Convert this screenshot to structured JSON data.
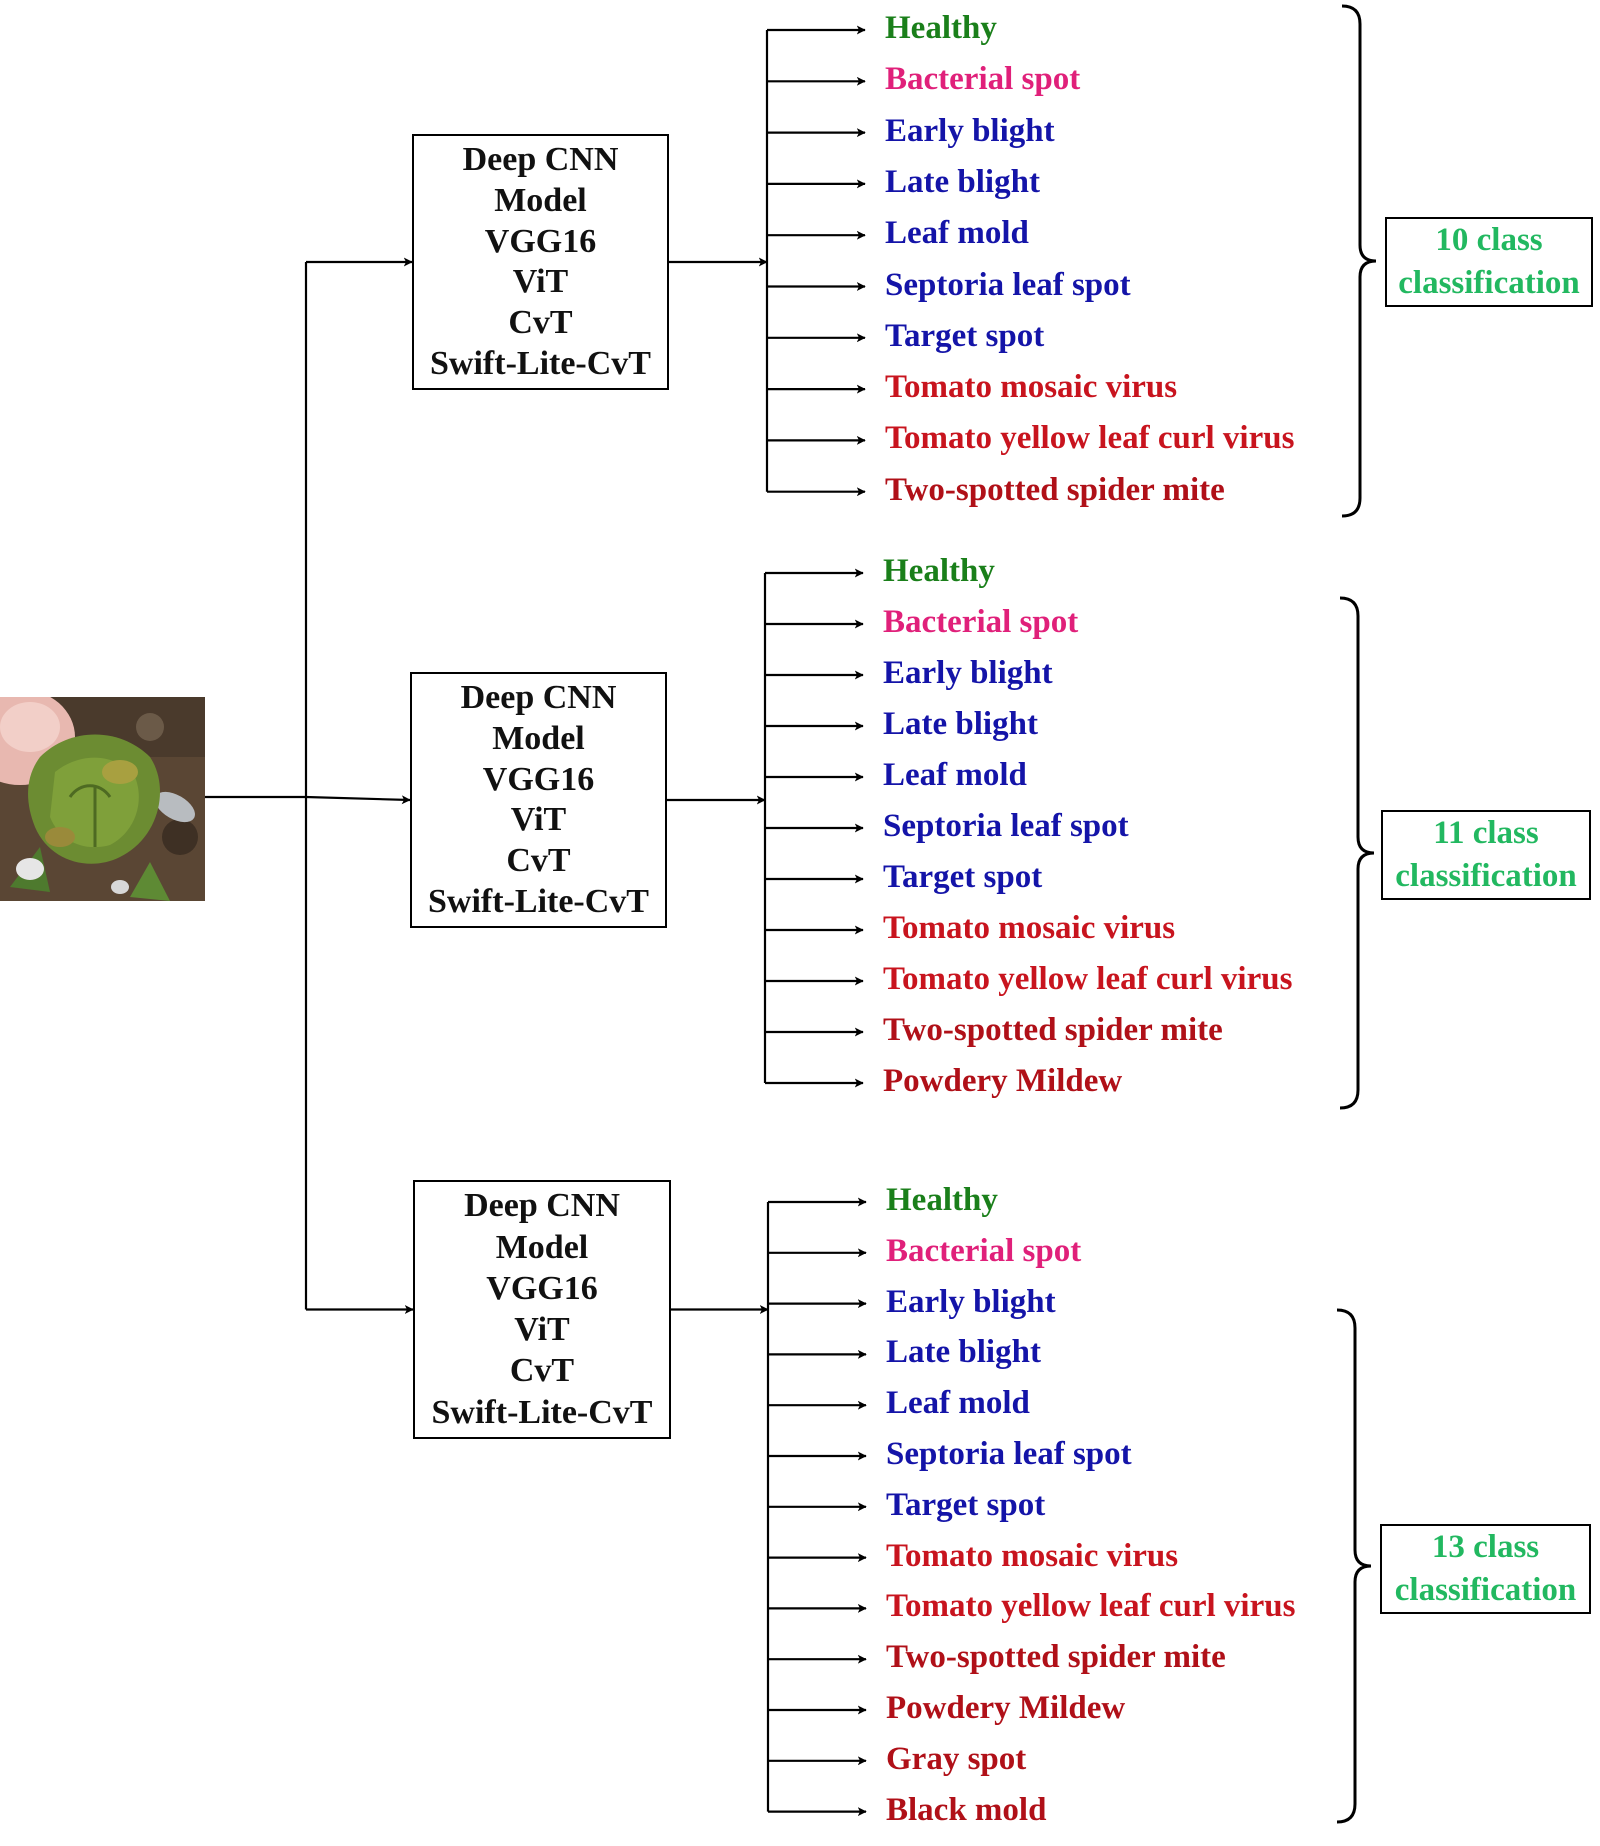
{
  "colors": {
    "healthy": "#1a7f1a",
    "bacterial": "#e0207a",
    "fungal_blue": "#1414a8",
    "viral_red": "#c8141e",
    "pest_red": "#b01018",
    "summary_green": "#22b860",
    "line": "#000000"
  },
  "input_image": {
    "icon": "tomato-leaf-photo"
  },
  "models": [
    {
      "lines": [
        "Deep CNN",
        "Model",
        "VGG16",
        "ViT",
        "CvT",
        "Swift-Lite-CvT"
      ]
    },
    {
      "lines": [
        "Deep CNN",
        "Model",
        "VGG16",
        "ViT",
        "CvT",
        "Swift-Lite-CvT"
      ]
    },
    {
      "lines": [
        "Deep CNN",
        "Model",
        "VGG16",
        "ViT",
        "CvT",
        "Swift-Lite-CvT"
      ]
    }
  ],
  "groups": [
    {
      "summary": [
        "10 class",
        "classification"
      ],
      "classes": [
        {
          "label": "Healthy",
          "color": "healthy"
        },
        {
          "label": "Bacterial spot",
          "color": "bacterial"
        },
        {
          "label": "Early blight",
          "color": "fungal_blue"
        },
        {
          "label": "Late blight",
          "color": "fungal_blue"
        },
        {
          "label": "Leaf mold",
          "color": "fungal_blue"
        },
        {
          "label": "Septoria leaf spot",
          "color": "fungal_blue"
        },
        {
          "label": "Target spot",
          "color": "fungal_blue"
        },
        {
          "label": "Tomato mosaic virus",
          "color": "viral_red"
        },
        {
          "label": "Tomato yellow leaf curl virus",
          "color": "viral_red"
        },
        {
          "label": "Two-spotted spider mite",
          "color": "pest_red"
        }
      ]
    },
    {
      "summary": [
        "11 class",
        "classification"
      ],
      "classes": [
        {
          "label": "Healthy",
          "color": "healthy"
        },
        {
          "label": "Bacterial spot",
          "color": "bacterial"
        },
        {
          "label": "Early blight",
          "color": "fungal_blue"
        },
        {
          "label": "Late blight",
          "color": "fungal_blue"
        },
        {
          "label": "Leaf mold",
          "color": "fungal_blue"
        },
        {
          "label": "Septoria leaf spot",
          "color": "fungal_blue"
        },
        {
          "label": "Target spot",
          "color": "fungal_blue"
        },
        {
          "label": "Tomato mosaic virus",
          "color": "viral_red"
        },
        {
          "label": "Tomato yellow leaf curl virus",
          "color": "viral_red"
        },
        {
          "label": "Two-spotted spider mite",
          "color": "pest_red"
        },
        {
          "label": "Powdery Mildew",
          "color": "pest_red"
        }
      ]
    },
    {
      "summary": [
        "13 class",
        "classification"
      ],
      "classes": [
        {
          "label": "Healthy",
          "color": "healthy"
        },
        {
          "label": "Bacterial spot",
          "color": "bacterial"
        },
        {
          "label": "Early blight",
          "color": "fungal_blue"
        },
        {
          "label": "Late blight",
          "color": "fungal_blue"
        },
        {
          "label": "Leaf mold",
          "color": "fungal_blue"
        },
        {
          "label": "Septoria leaf spot",
          "color": "fungal_blue"
        },
        {
          "label": "Target spot",
          "color": "fungal_blue"
        },
        {
          "label": "Tomato mosaic virus",
          "color": "viral_red"
        },
        {
          "label": "Tomato yellow leaf curl virus",
          "color": "viral_red"
        },
        {
          "label": "Two-spotted spider mite",
          "color": "pest_red"
        },
        {
          "label": "Powdery Mildew",
          "color": "pest_red"
        },
        {
          "label": "Gray spot",
          "color": "pest_red"
        },
        {
          "label": "Black mold",
          "color": "pest_red"
        }
      ]
    }
  ]
}
